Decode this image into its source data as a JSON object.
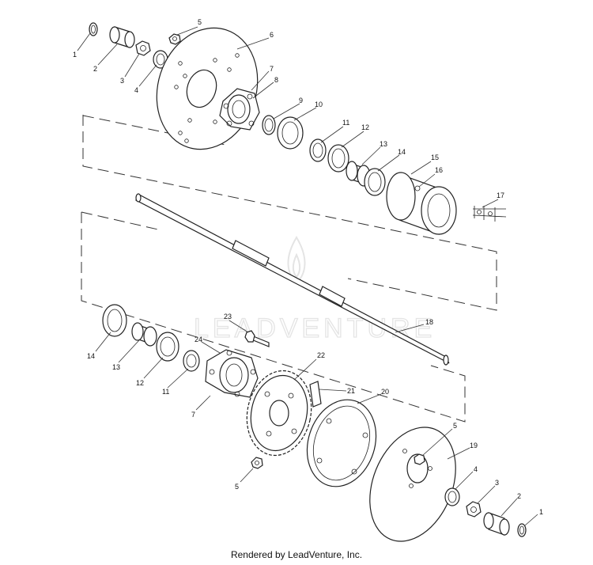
{
  "watermark": "LEADVENTURE",
  "footer": "Rendered by LeadVenture, Inc.",
  "callouts": [
    "1",
    "2",
    "3",
    "4",
    "5",
    "6",
    "7",
    "8",
    "9",
    "10",
    "11",
    "12",
    "13",
    "14",
    "15",
    "16",
    "17",
    "18",
    "14",
    "13",
    "12",
    "11",
    "24",
    "23",
    "22",
    "21",
    "20",
    "7",
    "5",
    "5",
    "19",
    "4",
    "3",
    "2",
    "1"
  ]
}
